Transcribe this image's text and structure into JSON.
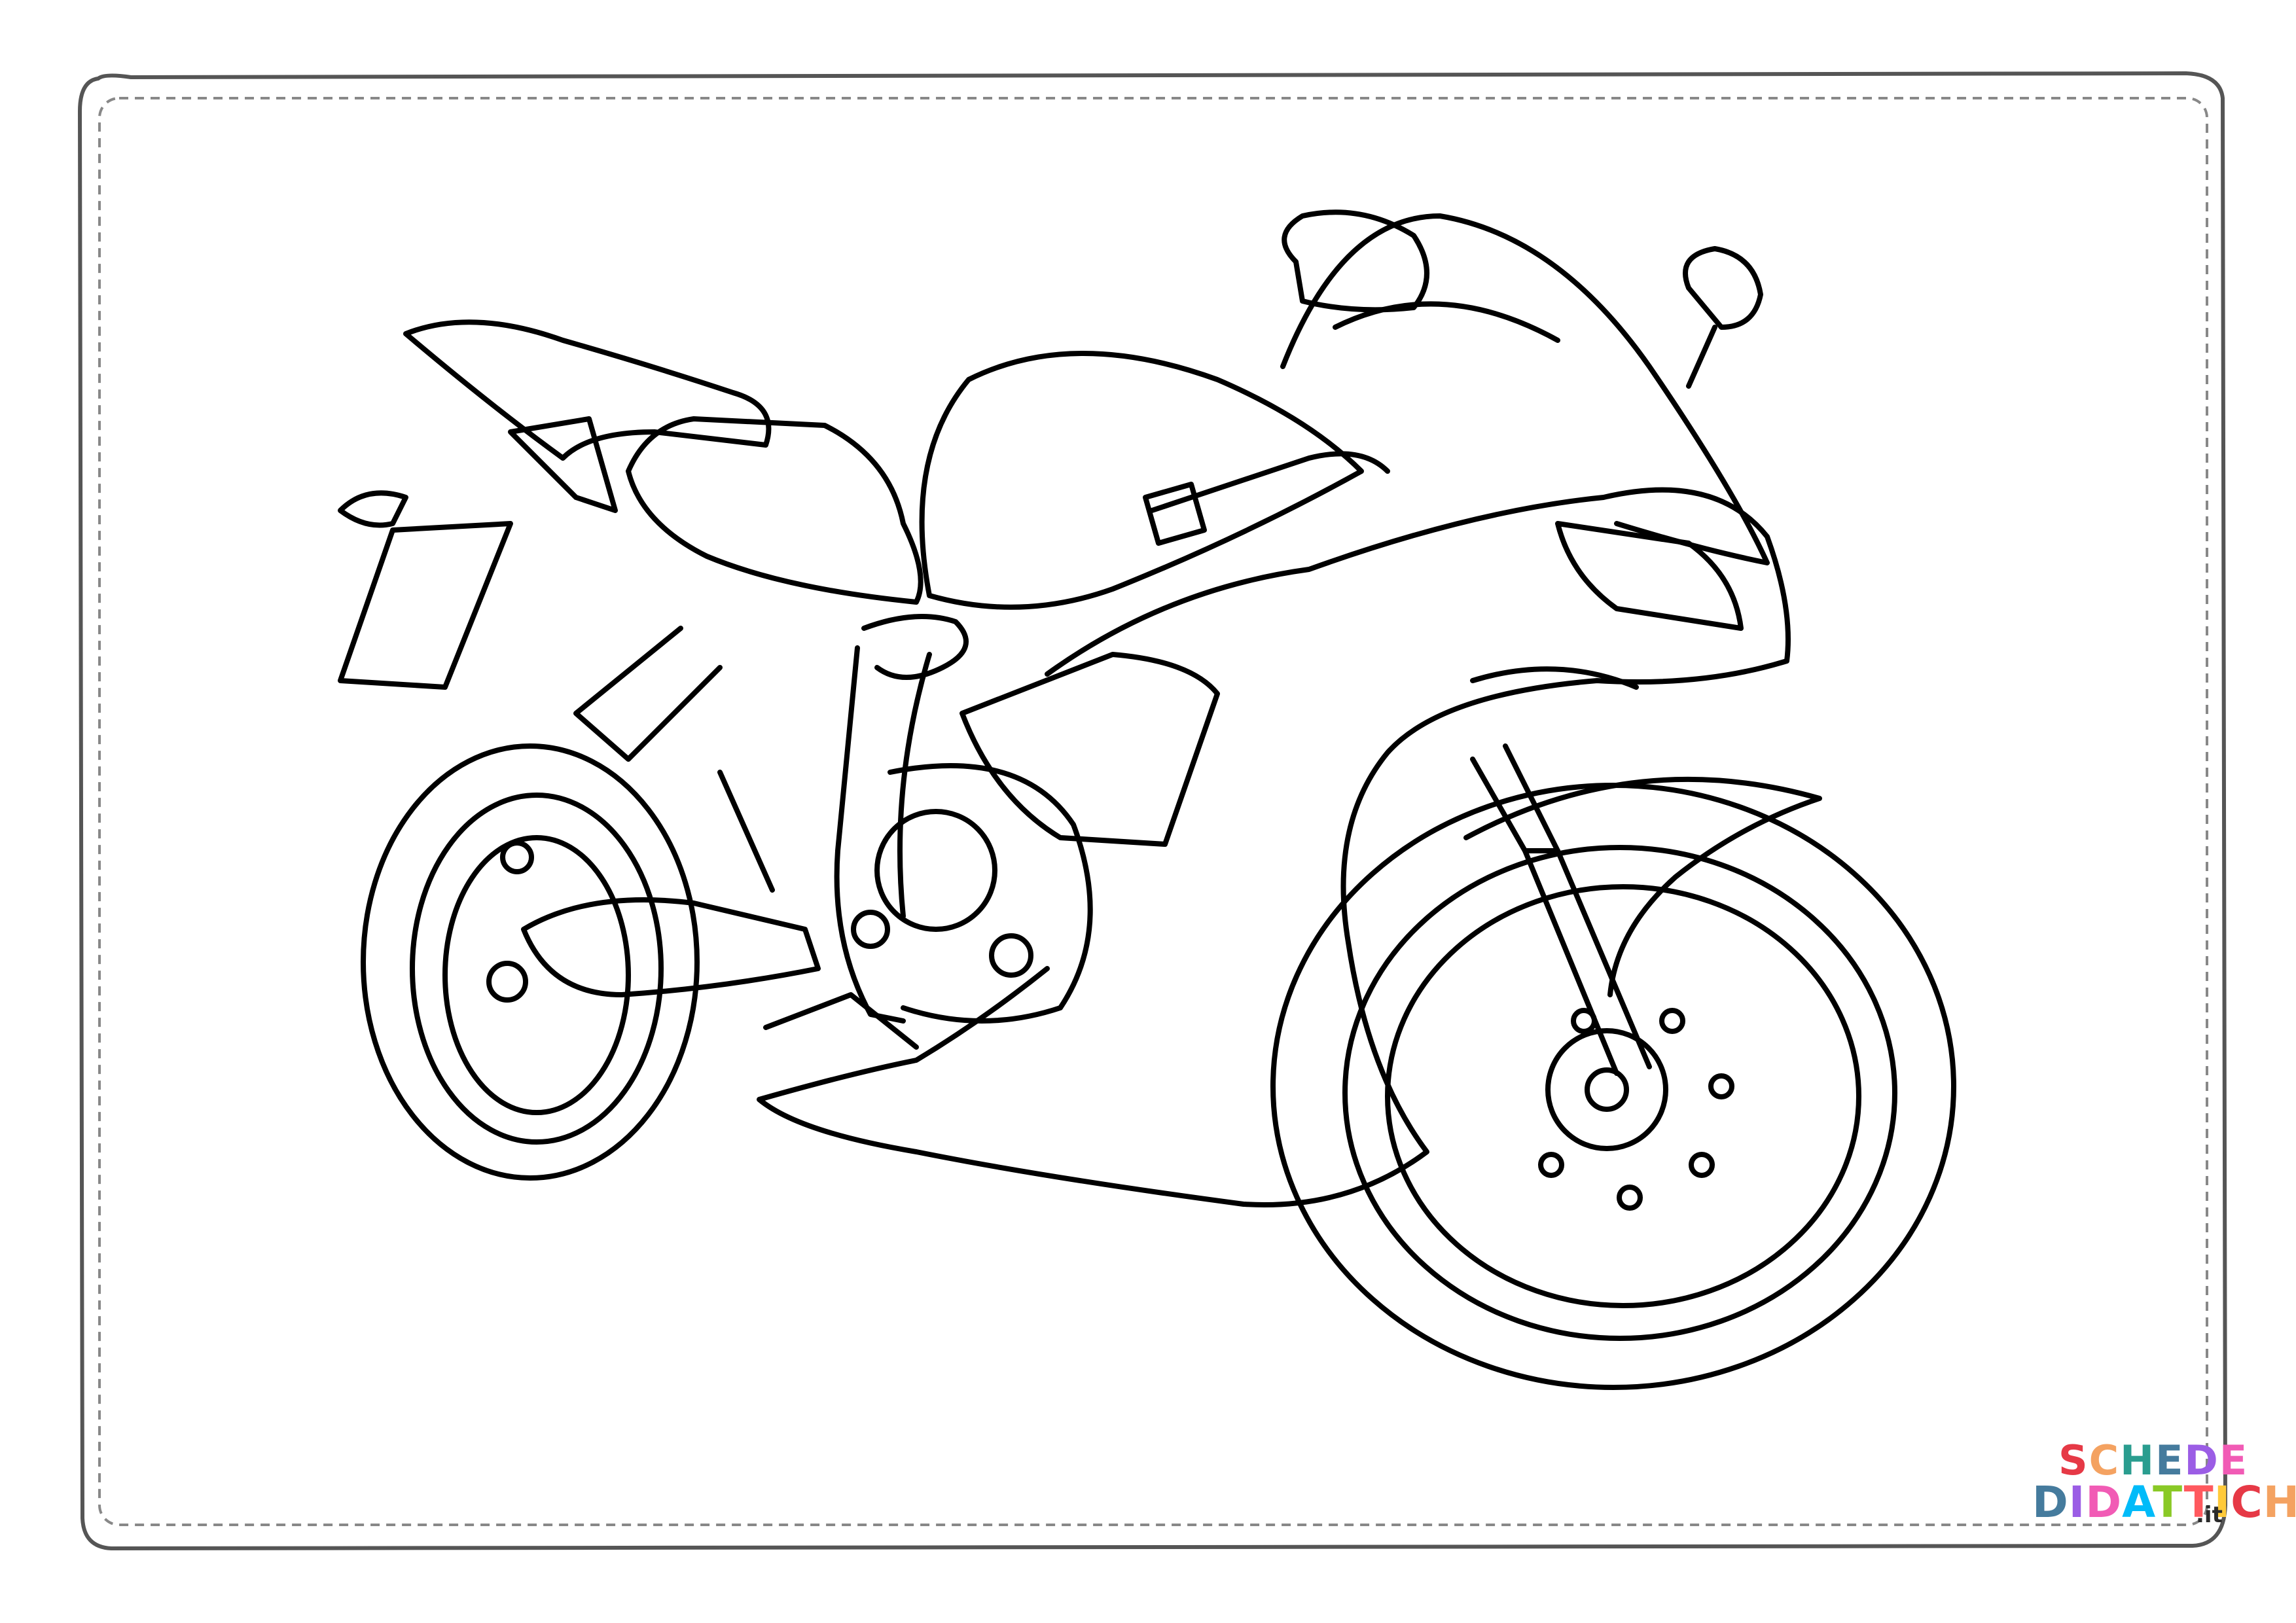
{
  "sheet": {
    "type": "coloring-page",
    "subject_icon": "motorcycle-icon",
    "line_color": "#000000",
    "paper_color": "#ffffff",
    "border_color": "#6f6f6f"
  },
  "logo": {
    "line1": "SCHEDE",
    "line2": "DIDATTICHE",
    "line3": ".it",
    "colors": [
      "#e63946",
      "#f4a261",
      "#2a9d8f",
      "#457b9d",
      "#9b5de5",
      "#f15bb5",
      "#00bbf9",
      "#8ac926",
      "#ff595e",
      "#ffca3a"
    ]
  }
}
